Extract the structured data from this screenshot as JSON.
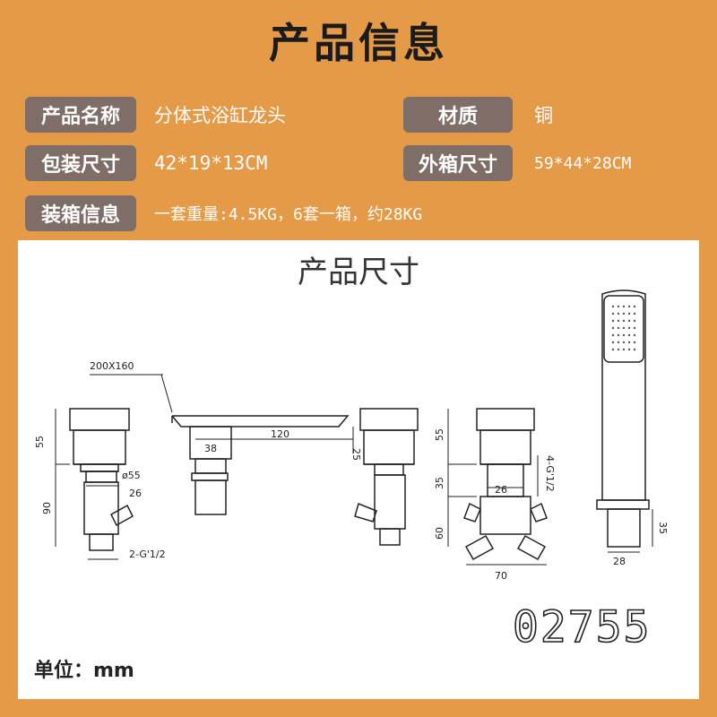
{
  "title": "产品信息",
  "info": {
    "name_label": "产品名称",
    "name_value": "分体式浴缸龙头",
    "material_label": "材质",
    "material_value": "铜",
    "pack_label": "包装尺寸",
    "pack_value": "42*19*13CM",
    "box_label": "外箱尺寸",
    "box_value": "59*44*28CM",
    "packing_label": "装箱信息",
    "packing_value": "一套重量:4.5KG，6套一箱，约28KG"
  },
  "drawing": {
    "title": "产品尺寸",
    "callout": "200X160",
    "dims": {
      "h55a": "55",
      "h90": "90",
      "d55": "ø55",
      "w26a": "26",
      "g12a": "2-G'1/2",
      "w38": "38",
      "w120": "120",
      "h25": "25",
      "h55b": "55",
      "h35a": "35",
      "h60": "60",
      "w26b": "26",
      "g12b": "4-G'1/2",
      "w70": "70",
      "h35b": "35",
      "w28": "28"
    },
    "code": "02755",
    "unit": "单位：mm"
  },
  "colors": {
    "background": "#E59A48",
    "label_bg": "#7F6E68",
    "panel": "#FFFFFF"
  }
}
